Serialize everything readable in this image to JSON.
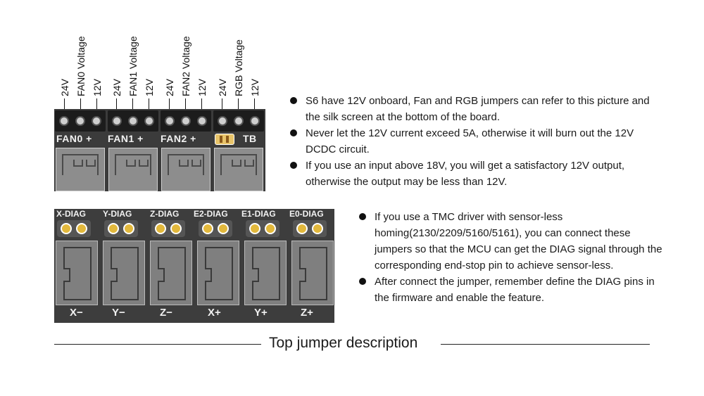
{
  "top_header": {
    "groups": [
      {
        "name": "FAN0",
        "labels": [
          "24V",
          "FAN0 Voltage",
          "12V"
        ]
      },
      {
        "name": "FAN1",
        "labels": [
          "24V",
          "FAN1 Voltage",
          "12V"
        ]
      },
      {
        "name": "FAN2",
        "labels": [
          "24V",
          "FAN2 Voltage",
          "12V"
        ]
      },
      {
        "name": "RGB",
        "labels": [
          "24V",
          "RGB Voltage",
          "12V"
        ]
      }
    ]
  },
  "top_board": {
    "silk": [
      "FAN0 +",
      "FAN1 +",
      "FAN2 +",
      "TB"
    ]
  },
  "top_bullets": [
    "S6 have 12V onboard, Fan and RGB jumpers can refer to this picture and the silk screen at the bottom of the board.",
    "Never let the 12V current exceed 5A, otherwise it will burn out the 12V DCDC circuit.",
    "If you use an input above 18V, you will get a satisfactory 12V output, otherwise the output may be less than 12V."
  ],
  "bottom_board": {
    "diag_labels": [
      "X-DIAG",
      "Y-DIAG",
      "Z-DIAG",
      "E2-DIAG",
      "E1-DIAG",
      "E0-DIAG"
    ],
    "axis_labels": [
      "X−",
      "Y−",
      "Z−",
      "X+",
      "Y+",
      "Z+"
    ]
  },
  "bottom_bullets": [
    "If you use a TMC driver with sensor-less homing(2130/2209/5160/5161),  you can connect these jumpers so that the MCU can get the DIAG signal through the corresponding end-stop pin to achieve sensor-less.",
    "After connect the jumper, remember define the DIAG pins in the firmware and enable the feature."
  ],
  "caption": "Top jumper description"
}
